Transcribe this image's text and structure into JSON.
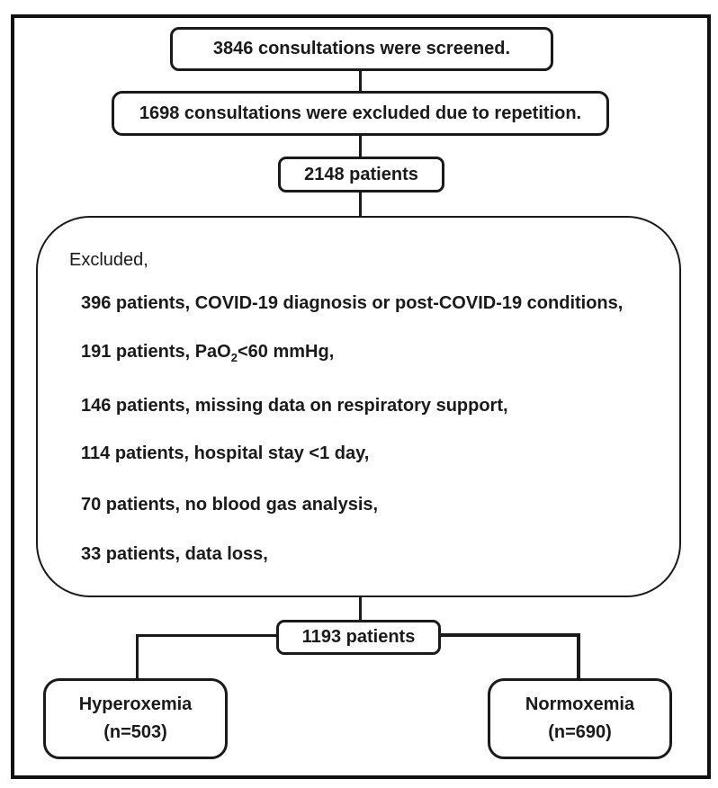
{
  "flow": {
    "screened": "3846 consultations were screened.",
    "excluded_repetition": "1698 consultations were excluded due to repetition.",
    "patients_after_dedup": "2148 patients",
    "excluded_title": "Excluded,",
    "exclusions": [
      {
        "text": "396 patients, COVID-19 diagnosis or post-COVID-19 conditions,"
      },
      {
        "pre": "191 patients, PaO",
        "sub": "2",
        "post": "<60 mmHg,"
      },
      {
        "text": "146 patients, missing data on respiratory support,"
      },
      {
        "text": "114 patients, hospital stay <1 day,"
      },
      {
        "text": "70 patients, no blood gas analysis,"
      },
      {
        "text": "33 patients, data loss,"
      }
    ],
    "patients_final": "1193 patients",
    "groups": [
      {
        "label": "Hyperoxemia",
        "n": "(n=503)"
      },
      {
        "label": "Normoxemia",
        "n": "(n=690)"
      }
    ],
    "colors": {
      "line": "#1a1a1a",
      "background": "#ffffff"
    }
  }
}
